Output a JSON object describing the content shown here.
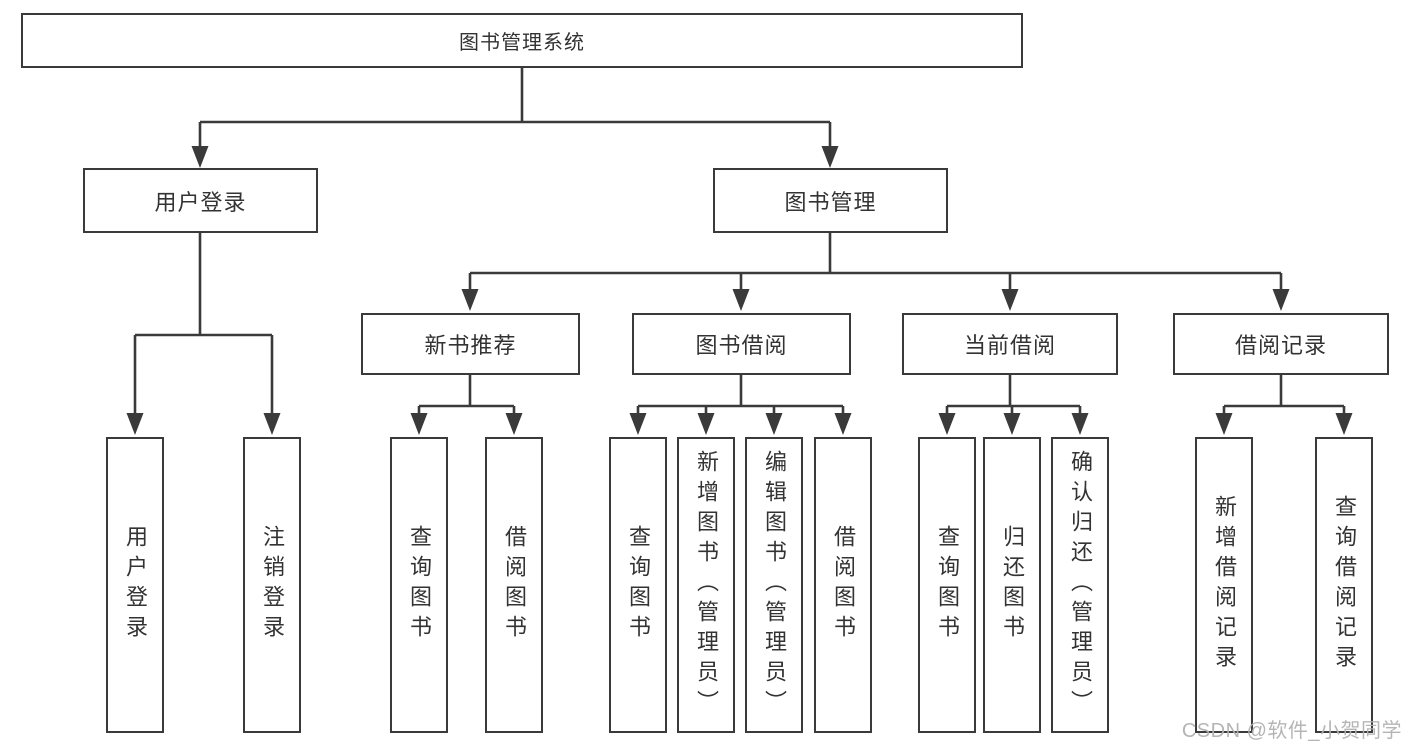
{
  "tree": {
    "label": "图书管理系统",
    "children": [
      {
        "label": "用户登录",
        "children": [
          {
            "label": "用户登录"
          },
          {
            "label": "注销登录"
          }
        ]
      },
      {
        "label": "图书管理",
        "children": [
          {
            "label": "新书推荐",
            "children": [
              {
                "label": "查询图书"
              },
              {
                "label": "借阅图书"
              }
            ]
          },
          {
            "label": "图书借阅",
            "children": [
              {
                "label": "查询图书"
              },
              {
                "label": "新增图书（管理员）"
              },
              {
                "label": "编辑图书（管理员）"
              },
              {
                "label": "借阅图书"
              }
            ]
          },
          {
            "label": "当前借阅",
            "children": [
              {
                "label": "查询图书"
              },
              {
                "label": "归还图书"
              },
              {
                "label": "确认归还（管理员）"
              }
            ]
          },
          {
            "label": "借阅记录",
            "children": [
              {
                "label": "新增借阅记录"
              },
              {
                "label": "查询借阅记录"
              }
            ]
          }
        ]
      }
    ]
  },
  "watermark": "CSDN @软件_小贺同学",
  "colors": {
    "line": "#3a3a3a",
    "text": "#333333",
    "watermark": "#b2b2b2",
    "background": "#ffffff"
  }
}
